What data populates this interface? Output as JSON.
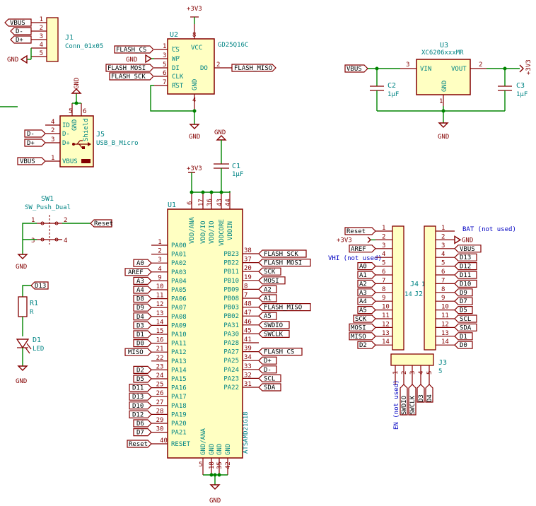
{
  "j1": {
    "ref": "J1",
    "value": "Conn_01x05",
    "pins": [
      "1",
      "2",
      "3",
      "4",
      "5"
    ],
    "labels": [
      "VBUS",
      "D-",
      "D+"
    ],
    "gnd": "GND"
  },
  "u2": {
    "ref": "U2",
    "value": "GD25Q16C",
    "left_pins": [
      {
        "name": "CS",
        "num": "1",
        "label": "FLASH_CS"
      },
      {
        "name": "WP",
        "num": "3",
        "label": "GND"
      },
      {
        "name": "DI",
        "num": "5",
        "label": "FLASH_MOSI"
      },
      {
        "name": "CLK",
        "num": "6",
        "label": "FLASH_SCK"
      },
      {
        "name": "RST",
        "num": "7",
        "label": ""
      }
    ],
    "vcc": {
      "name": "VCC",
      "num": "8"
    },
    "gnd": {
      "name": "GND",
      "num": "4"
    },
    "do": {
      "name": "DO",
      "num": "2",
      "label": "FLASH_MISO"
    },
    "pwr": "+3V3",
    "gnd_label": "GND"
  },
  "u3": {
    "ref": "U3",
    "value": "XC6206xxxMR",
    "vin": {
      "name": "VIN",
      "num": "3"
    },
    "vout": {
      "name": "VOUT",
      "num": "2"
    },
    "gnd": {
      "name": "GND",
      "num": "1"
    },
    "vbus": "VBUS",
    "pwr": "+3V3",
    "gnd_label": "GND",
    "c2": {
      "ref": "C2",
      "value": "1µF"
    },
    "c3": {
      "ref": "C3",
      "value": "1µF"
    }
  },
  "j5": {
    "ref": "J5",
    "value": "USB_B_Micro",
    "shield": "Shield",
    "gnd_pin": "GND",
    "pins": [
      {
        "num": "4",
        "name": "ID"
      },
      {
        "num": "2",
        "name": "D-"
      },
      {
        "num": "3",
        "name": "D+"
      },
      {
        "num": "1",
        "name": "VBUS"
      }
    ],
    "labels": [
      "D-",
      "D+",
      "VBUS"
    ],
    "top_pins": [
      "5",
      "6"
    ],
    "gnd": "GND"
  },
  "c1": {
    "ref": "C1",
    "value": "1µF",
    "gnd": "GND"
  },
  "sw1": {
    "ref": "SW1",
    "value": "SW_Push_Dual",
    "pins": [
      "1",
      "2",
      "3",
      "4"
    ],
    "label": "Reset",
    "gnd": "GND"
  },
  "d1": {
    "ref": "D1",
    "value": "LED",
    "r_ref": "R1",
    "r_value": "R",
    "label": "D13",
    "gnd": "GND"
  },
  "u1": {
    "ref": "U1",
    "value": "ATSAMD21G18",
    "pwr": "+3V3",
    "gnd_label": "GND",
    "top_pins": [
      {
        "name": "VDD/ANA",
        "num": "6"
      },
      {
        "name": "VDD/IO",
        "num": "17"
      },
      {
        "name": "VDD/IO",
        "num": "36"
      },
      {
        "name": "VDDCORE",
        "num": "43"
      },
      {
        "name": "VDDIN",
        "num": "44"
      }
    ],
    "bottom_pins": [
      {
        "name": "GND/ANA",
        "num": "5"
      },
      {
        "name": "GND",
        "num": "18"
      },
      {
        "name": "GND",
        "num": "35"
      },
      {
        "name": "GND",
        "num": "42"
      }
    ],
    "left_pins": [
      {
        "name": "PA00",
        "num": "1",
        "label": ""
      },
      {
        "name": "PA01",
        "num": "2",
        "label": ""
      },
      {
        "name": "PA02",
        "num": "3",
        "label": "A0"
      },
      {
        "name": "PA03",
        "num": "4",
        "label": "AREF"
      },
      {
        "name": "PA04",
        "num": "9",
        "label": "A3"
      },
      {
        "name": "PA05",
        "num": "10",
        "label": "A4"
      },
      {
        "name": "PA06",
        "num": "11",
        "label": "D8"
      },
      {
        "name": "PA07",
        "num": "12",
        "label": "D9"
      },
      {
        "name": "PA08",
        "num": "13",
        "label": "D4"
      },
      {
        "name": "PA09",
        "num": "14",
        "label": "D3"
      },
      {
        "name": "PA10",
        "num": "15",
        "label": "D1"
      },
      {
        "name": "PA11",
        "num": "16",
        "label": "D0"
      },
      {
        "name": "PA12",
        "num": "21",
        "label": "MISO"
      },
      {
        "name": "PA13",
        "num": "22",
        "label": ""
      },
      {
        "name": "PA14",
        "num": "23",
        "label": "D2"
      },
      {
        "name": "PA15",
        "num": "24",
        "label": "D5"
      },
      {
        "name": "PA16",
        "num": "25",
        "label": "D11"
      },
      {
        "name": "PA17",
        "num": "26",
        "label": "D13"
      },
      {
        "name": "PA18",
        "num": "27",
        "label": "D10"
      },
      {
        "name": "PA19",
        "num": "28",
        "label": "D12"
      },
      {
        "name": "PA20",
        "num": "29",
        "label": "D6"
      },
      {
        "name": "PA21",
        "num": "30",
        "label": "D7"
      }
    ],
    "reset": {
      "name": "RESET",
      "num": "40",
      "label": "Reset"
    },
    "right_pins": [
      {
        "name": "PB23",
        "num": "38",
        "label": "FLASH_SCK"
      },
      {
        "name": "PB22",
        "num": "37",
        "label": "FLASH_MOSI"
      },
      {
        "name": "PB11",
        "num": "20",
        "label": "SCK"
      },
      {
        "name": "PB10",
        "num": "19",
        "label": "MOSI"
      },
      {
        "name": "PB09",
        "num": "8",
        "label": "A2"
      },
      {
        "name": "PB08",
        "num": "7",
        "label": "A1"
      },
      {
        "name": "PB03",
        "num": "48",
        "label": "FLASH_MISO"
      },
      {
        "name": "PB02",
        "num": "47",
        "label": "A5"
      },
      {
        "name": "PA31",
        "num": "46",
        "label": "SWDIO"
      },
      {
        "name": "PA30",
        "num": "45",
        "label": "SWCLK"
      },
      {
        "name": "PA28",
        "num": "41",
        "label": ""
      },
      {
        "name": "PA27",
        "num": "39",
        "label": "FLASH_CS"
      },
      {
        "name": "PA25",
        "num": "34",
        "label": "D+"
      },
      {
        "name": "PA24",
        "num": "33",
        "label": "D-"
      },
      {
        "name": "PA23",
        "num": "32",
        "label": "SCL"
      },
      {
        "name": "PA22",
        "num": "31",
        "label": "SDA"
      }
    ]
  },
  "j4": {
    "ref": "J4",
    "value": "14",
    "pins": [
      {
        "num": "1",
        "label": "Reset"
      },
      {
        "num": "2",
        "label": "+3V3"
      },
      {
        "num": "3",
        "label": "AREF"
      },
      {
        "num": "4",
        "label": "VHI (not used)"
      },
      {
        "num": "5",
        "label": "A0"
      },
      {
        "num": "6",
        "label": "A1"
      },
      {
        "num": "7",
        "label": "A2"
      },
      {
        "num": "8",
        "label": "A3"
      },
      {
        "num": "9",
        "label": "A4"
      },
      {
        "num": "10",
        "label": "A5"
      },
      {
        "num": "11",
        "label": "SCK"
      },
      {
        "num": "12",
        "label": "MOSI"
      },
      {
        "num": "13",
        "label": "MISO"
      },
      {
        "num": "14",
        "label": "D2"
      }
    ]
  },
  "j2": {
    "ref": "J2",
    "value": "14",
    "pins": [
      {
        "num": "1",
        "label": "BAT (not used)"
      },
      {
        "num": "2",
        "label": "GND"
      },
      {
        "num": "3",
        "label": "VBUS"
      },
      {
        "num": "4",
        "label": "D13"
      },
      {
        "num": "5",
        "label": "D12"
      },
      {
        "num": "6",
        "label": "D11"
      },
      {
        "num": "7",
        "label": "D10"
      },
      {
        "num": "8",
        "label": "D9"
      },
      {
        "num": "9",
        "label": "D7"
      },
      {
        "num": "10",
        "label": "D5"
      },
      {
        "num": "11",
        "label": "SCL"
      },
      {
        "num": "12",
        "label": "SDA"
      },
      {
        "num": "13",
        "label": "D1"
      },
      {
        "num": "14",
        "label": "D0"
      }
    ]
  },
  "j3": {
    "ref": "J3",
    "value": "5",
    "pins": [
      {
        "num": "1",
        "label": "EN (not used)"
      },
      {
        "num": "2",
        "label": "SWDIO"
      },
      {
        "num": "3",
        "label": "SWCLK"
      },
      {
        "num": "4",
        "label": "D3"
      },
      {
        "num": "5",
        "label": "D4"
      }
    ]
  },
  "colors": {
    "wire": "#008400",
    "part": "#840000",
    "fill": "#ffffc2",
    "text": "#008484",
    "note": "#0000c2"
  }
}
